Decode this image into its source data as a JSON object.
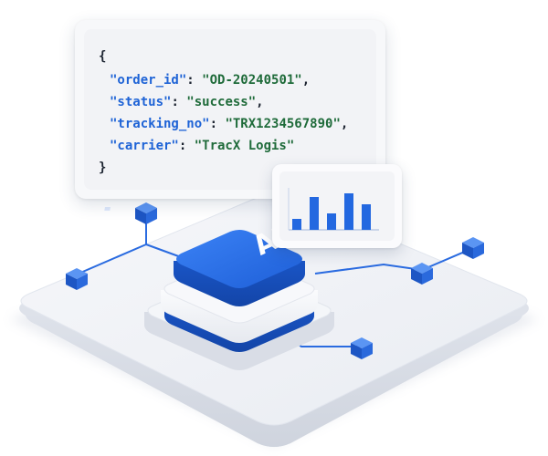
{
  "json_card": {
    "open_brace": "{",
    "close_brace": "}",
    "fields": [
      {
        "key": "\"order_id\"",
        "value": "\"OD-20240501\"",
        "sep": ": ",
        "end": ","
      },
      {
        "key": "\"status\"",
        "value": "\"success\"",
        "sep": ": ",
        "end": ","
      },
      {
        "key": "\"tracking_no\"",
        "value": "\"TRX1234567890\"",
        "sep": ": ",
        "end": ","
      },
      {
        "key": "\"carrier\"",
        "value": "\"TracX Logis\"",
        "sep": ": ",
        "end": ""
      }
    ]
  },
  "api_button": {
    "label": "API"
  },
  "mini_chart": {
    "type": "bar",
    "values": [
      0.3,
      0.9,
      0.45,
      1.0,
      0.7
    ],
    "color": "#2368e0"
  },
  "colors": {
    "accent": "#1f66e5",
    "accent_dark": "#1453c2",
    "platform": "#eef0f5",
    "platform_edge": "#dde1ea"
  },
  "icons": [
    "node-cube-icon",
    "api-chip-icon",
    "bar-chart-icon"
  ]
}
